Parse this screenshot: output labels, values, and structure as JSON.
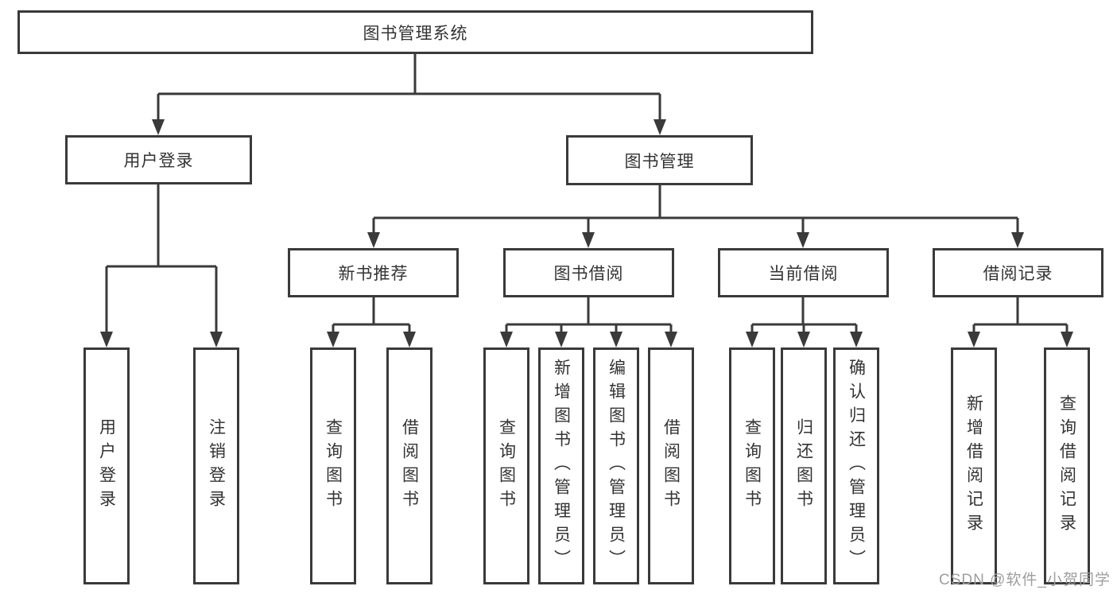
{
  "diagram": {
    "root": {
      "label": "图书管理系统"
    },
    "level2": {
      "user_login": {
        "label": "用户登录"
      },
      "book_management": {
        "label": "图书管理"
      }
    },
    "level3": {
      "new_book_recommend": {
        "label": "新书推荐"
      },
      "book_borrowing": {
        "label": "图书借阅"
      },
      "current_borrowing": {
        "label": "当前借阅"
      },
      "borrowing_records": {
        "label": "借阅记录"
      }
    },
    "leaves": {
      "user_login": {
        "label": "用户登录"
      },
      "logout": {
        "label": "注销登录"
      },
      "recommend_query_books": {
        "label": "查询图书"
      },
      "recommend_borrow_books": {
        "label": "借阅图书"
      },
      "borrowing_query_books": {
        "label": "查询图书"
      },
      "borrowing_add_books_admin": {
        "label": "新增图书（管理员）"
      },
      "borrowing_edit_books_admin": {
        "label": "编辑图书（管理员）"
      },
      "borrowing_borrow_books": {
        "label": "借阅图书"
      },
      "current_query_books": {
        "label": "查询图书"
      },
      "current_return_books": {
        "label": "归还图书"
      },
      "current_confirm_return_admin": {
        "label": "确认归还（管理员）"
      },
      "records_add_record": {
        "label": "新增借阅记录"
      },
      "records_query_record": {
        "label": "查询借阅记录"
      }
    }
  },
  "watermark": {
    "text": "CSDN @软件_小贺同学"
  },
  "colors": {
    "line": "#3a3a3a",
    "text": "#333333",
    "watermark": "#9e9e9e",
    "background": "#ffffff"
  }
}
